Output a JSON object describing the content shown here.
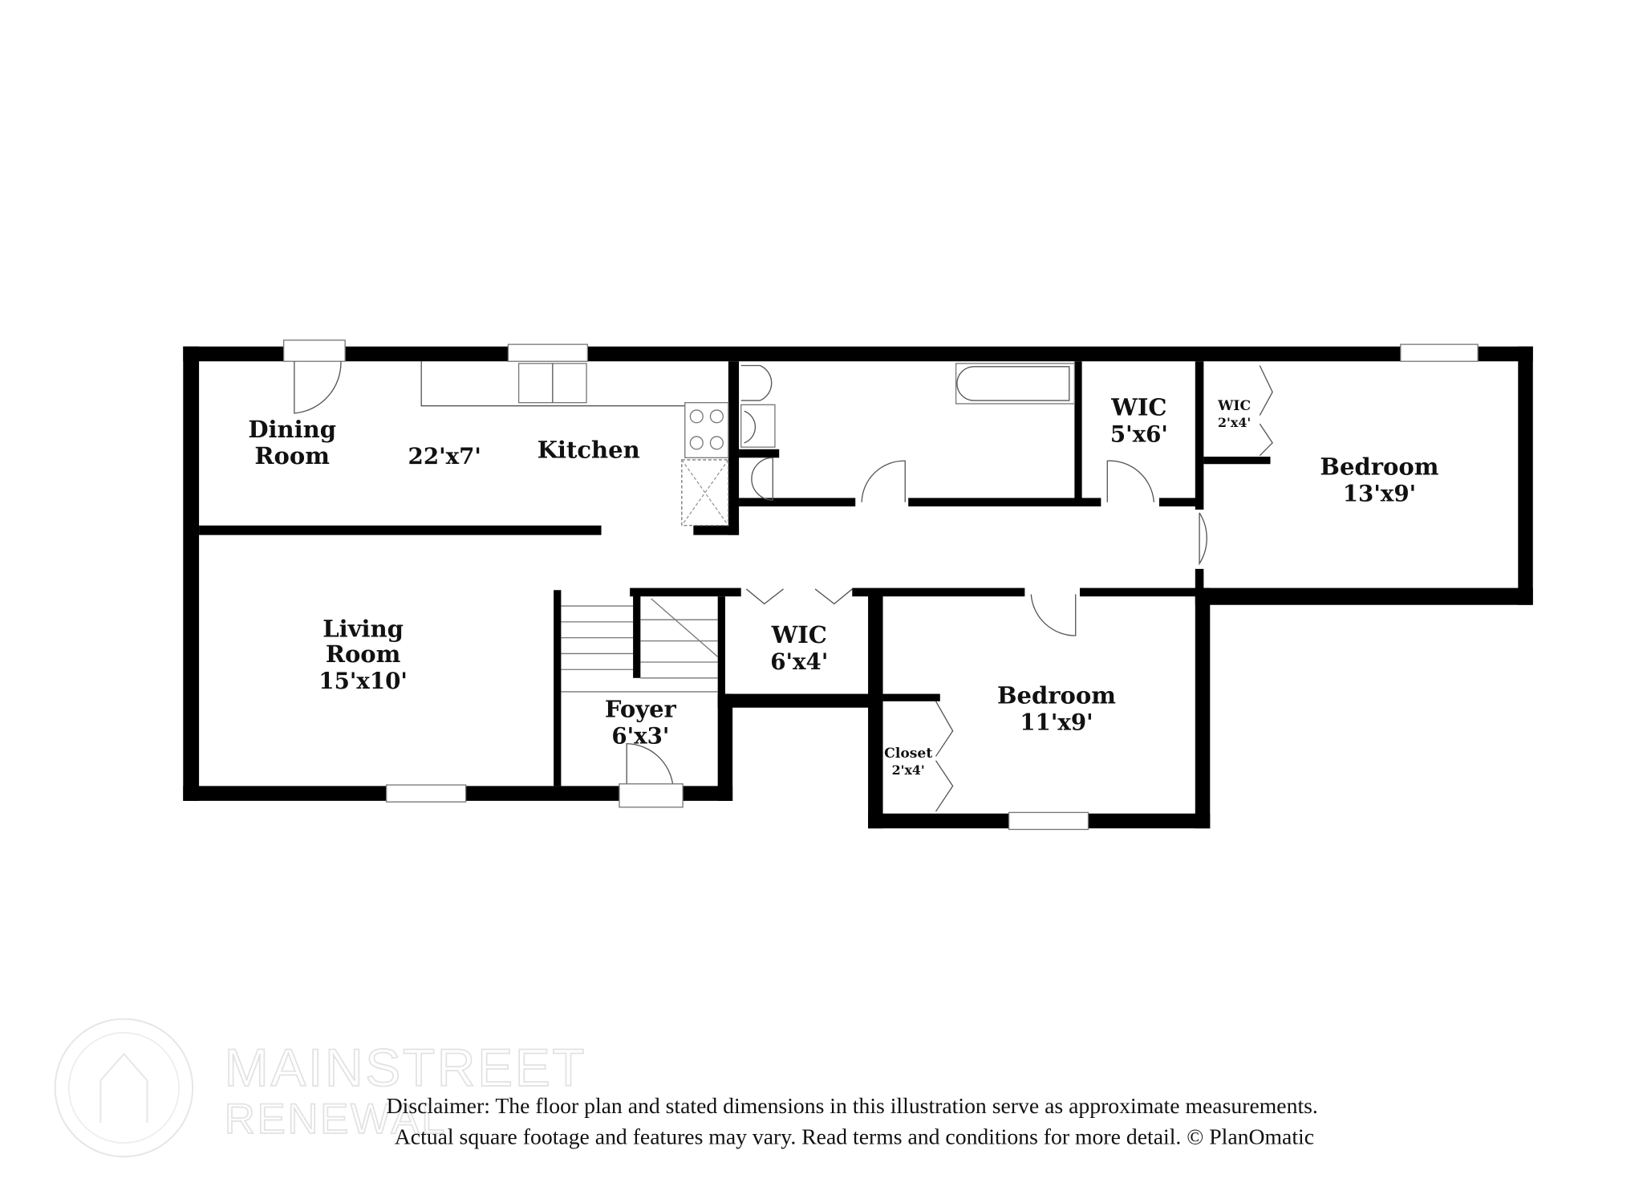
{
  "rooms": {
    "dining": {
      "name_line1": "Dining",
      "name_line2": "Room"
    },
    "kitchen": {
      "name": "Kitchen",
      "dims": "22'x7'"
    },
    "living": {
      "name_line1": "Living",
      "name_line2": "Room",
      "dims": "15'x10'"
    },
    "foyer": {
      "name": "Foyer",
      "dims": "6'x3'"
    },
    "wic_hall": {
      "name": "WIC",
      "dims": "6'x4'"
    },
    "wic_bath": {
      "name": "WIC",
      "dims": "5'x6'"
    },
    "wic_bed1": {
      "name": "WIC",
      "dims": "2'x4'"
    },
    "bedroom1": {
      "name": "Bedroom",
      "dims": "13'x9'"
    },
    "bedroom2": {
      "name": "Bedroom",
      "dims": "11'x9'"
    },
    "closet": {
      "name": "Closet",
      "dims": "2'x4'"
    }
  },
  "watermark": {
    "line1": "MAINSTREET",
    "line2": "RENEWAL"
  },
  "disclaimer": {
    "line1": "Disclaimer: The floor plan and stated dimensions in this illustration serve as approximate measurements.",
    "line2": "Actual square footage and features may vary. Read terms and conditions for more detail. © PlanOmatic"
  },
  "colors": {
    "wall": "#000000",
    "fixture": "#777777",
    "watermark": "#e2e2e2"
  }
}
